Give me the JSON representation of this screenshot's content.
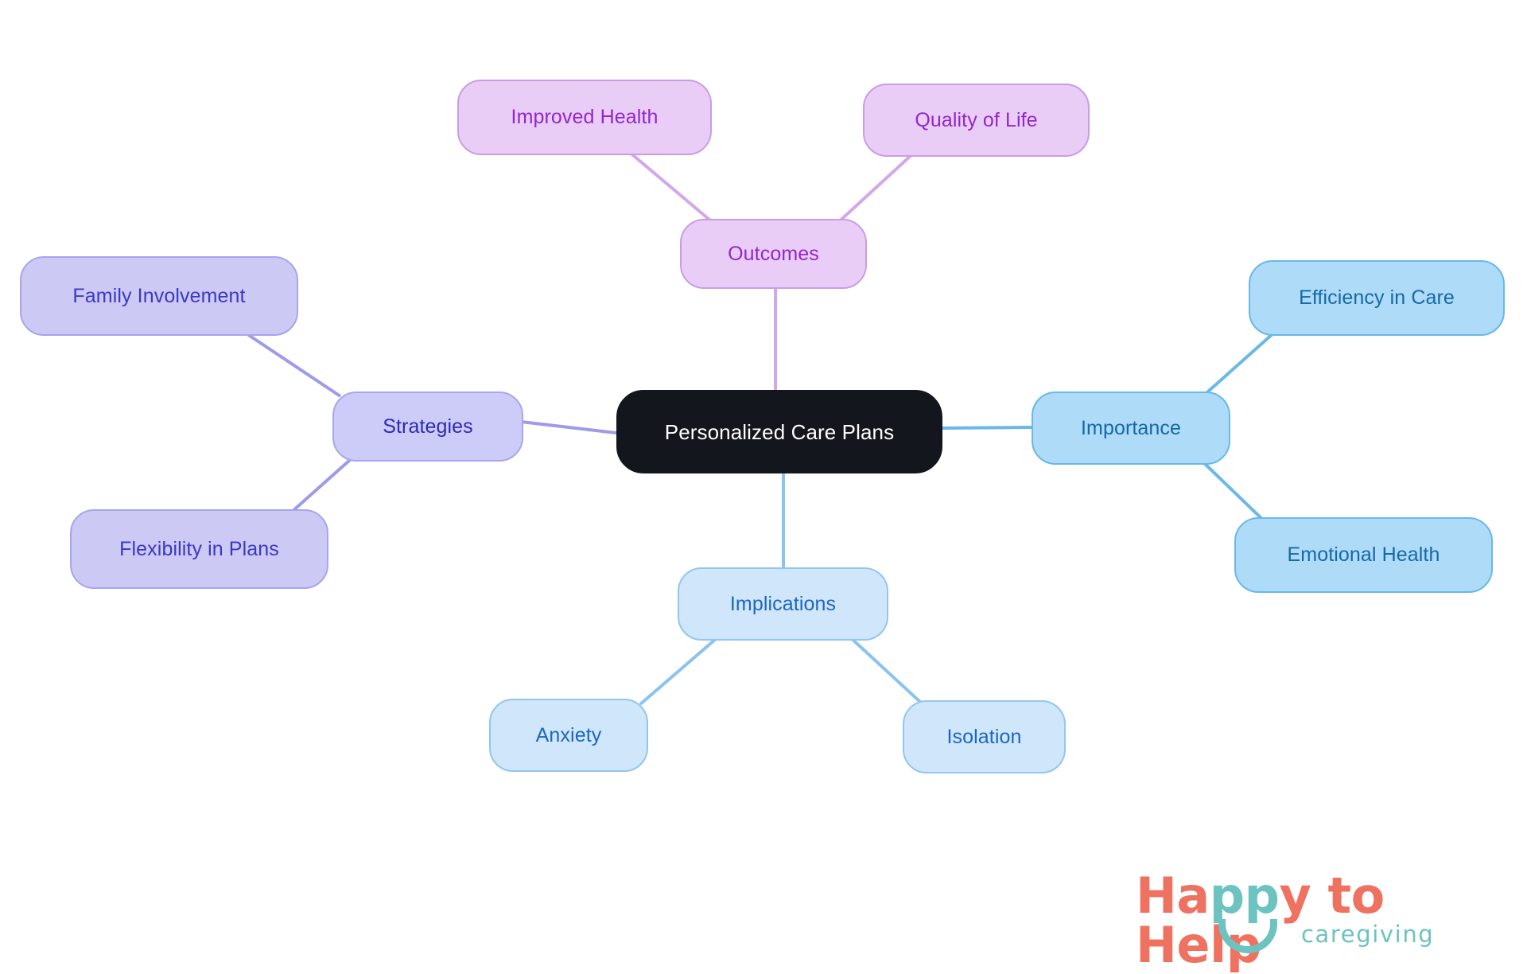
{
  "diagram": {
    "type": "mindmap",
    "root": {
      "id": "root",
      "label": "Personalized Care Plans",
      "fill": "#14161d",
      "text_color": "#ffffff"
    },
    "branches": [
      {
        "id": "strategies",
        "label": "Strategies",
        "fill": "#cdcbf7",
        "border": "#a9a6ee",
        "text_color": "#2c2ab8",
        "edge_color": "#9e9bea",
        "children": [
          {
            "id": "family-involvement",
            "label": "Family Involvement"
          },
          {
            "id": "flexibility-in-plans",
            "label": "Flexibility in Plans"
          }
        ]
      },
      {
        "id": "outcomes",
        "label": "Outcomes",
        "fill": "#e9cdf7",
        "border": "#ca9de3",
        "text_color": "#9327cb",
        "edge_color": "#d3a7e9",
        "children": [
          {
            "id": "improved-health",
            "label": "Improved Health"
          },
          {
            "id": "quality-of-life",
            "label": "Quality of Life"
          }
        ]
      },
      {
        "id": "importance",
        "label": "Importance",
        "fill": "#aedbf8",
        "border": "#69b8e8",
        "text_color": "#1668a8",
        "edge_color": "#6cb8e6",
        "children": [
          {
            "id": "efficiency-in-care",
            "label": "Efficiency in Care"
          },
          {
            "id": "emotional-health",
            "label": "Emotional Health"
          }
        ]
      },
      {
        "id": "implications",
        "label": "Implications",
        "fill": "#cfe6fb",
        "border": "#93c6ef",
        "text_color": "#1c66c4",
        "edge_color": "#8cc3ee",
        "children": [
          {
            "id": "anxiety",
            "label": "Anxiety"
          },
          {
            "id": "isolation",
            "label": "Isolation"
          }
        ]
      }
    ]
  },
  "logo": {
    "word_happy_ha": "Ha",
    "word_happy_pp": "pp",
    "word_happy_y": "y",
    "word_to_help": " to Help",
    "tagline": "caregiving",
    "coral": "#ef7261",
    "teal": "#6cc3c0"
  },
  "background": {
    "color": "#ffffff"
  }
}
